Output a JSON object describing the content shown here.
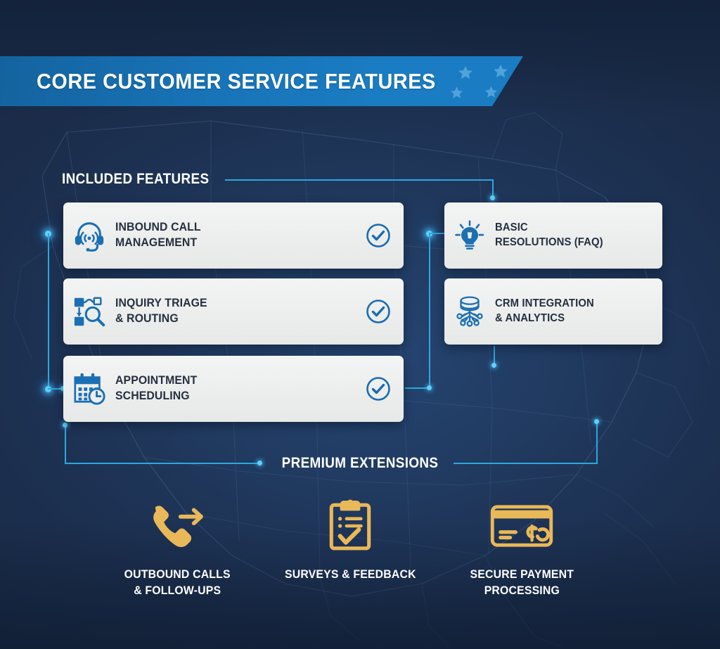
{
  "header": {
    "title": "CORE CUSTOMER SERVICE FEATURES",
    "stars_icon": "star-icon",
    "star_count": 4,
    "banner_color": "#1874b8"
  },
  "sections": {
    "included_label": "INCLUDED FEATURES",
    "premium_label": "PREMIUM EXTENSIONS"
  },
  "included_features": {
    "left_column": [
      {
        "title_line_1": "INBOUND CALL",
        "title_line_2": "MANAGEMENT",
        "icon": "headset-icon",
        "check_icon": "check-circle-icon",
        "has_check": true
      },
      {
        "title_line_1": "INQUIRY TRIAGE",
        "title_line_2": "& ROUTING",
        "icon": "routing-flow-search-icon",
        "check_icon": "check-circle-icon",
        "has_check": true
      },
      {
        "title_line_1": "APPOINTMENT",
        "title_line_2": "SCHEDULING",
        "icon": "calendar-clock-icon",
        "check_icon": "check-circle-icon",
        "has_check": true
      }
    ],
    "right_column": [
      {
        "title_line_1": "BASIC",
        "title_line_2": "RESOLUTIONS (FAQ)",
        "icon": "lightbulb-icon",
        "has_check": false
      },
      {
        "title_line_1": "CRM INTEGRATION",
        "title_line_2": "& ANALYTICS",
        "icon": "database-network-icon",
        "has_check": false
      }
    ]
  },
  "premium_extensions": [
    {
      "label": "OUTBOUND CALLS\n& FOLLOW-UPS",
      "icon": "phone-outgoing-icon"
    },
    {
      "label": "SURVEYS & FEEDBACK",
      "icon": "clipboard-check-icon"
    },
    {
      "label": "SECURE PAYMENT\nPROCESSING",
      "icon": "credit-card-icon"
    }
  ],
  "colors": {
    "background": "#1d3153",
    "banner_blue": "#1874b8",
    "accent_cyan": "#2ba8e0",
    "card_background": "#eceeed",
    "card_text": "#25303f",
    "icon_blue": "#1b6fb3",
    "gold": "#e9b858",
    "star_blue": "#4fa3da"
  },
  "background_graphic": "usa-map-outline"
}
